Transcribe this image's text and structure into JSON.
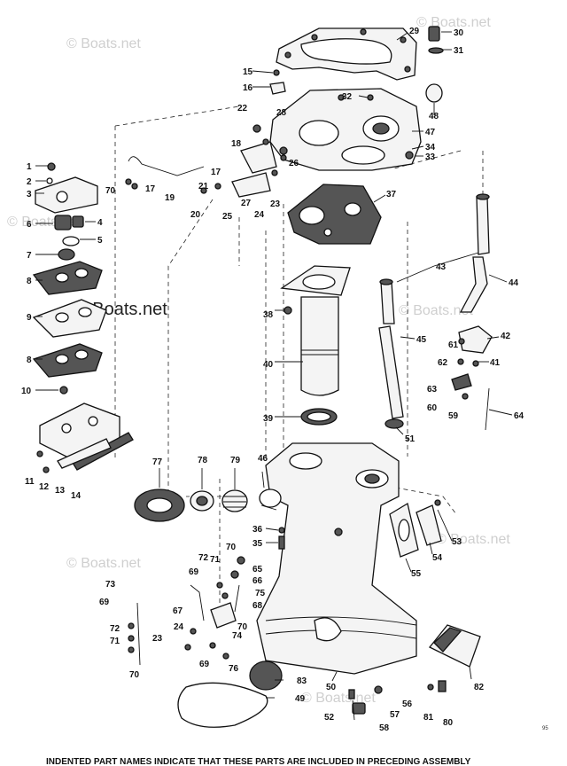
{
  "watermarks": [
    "© Boats.net",
    "© Boats.net",
    "© Boats.net",
    "© Boats.net",
    "© Boats.net",
    "© Boats.net",
    "© Boats.net"
  ],
  "center_watermark": "© Boats.net",
  "figure_code": "95",
  "footer_text": "INDENTED PART NAMES INDICATE THAT THESE PARTS ARE INCLUDED IN PRECEDING ASSEMBLY",
  "callouts": [
    "1",
    "2",
    "3",
    "4",
    "5",
    "6",
    "7",
    "8",
    "9",
    "8",
    "10",
    "11",
    "12",
    "13",
    "14",
    "15",
    "16",
    "17",
    "17",
    "18",
    "19",
    "20",
    "21",
    "22",
    "23",
    "24",
    "25",
    "26",
    "27",
    "28",
    "29",
    "30",
    "31",
    "32",
    "33",
    "34",
    "35",
    "36",
    "37",
    "38",
    "39",
    "40",
    "41",
    "42",
    "43",
    "44",
    "45",
    "46",
    "47",
    "48",
    "49",
    "50",
    "51",
    "52",
    "53",
    "54",
    "55",
    "56",
    "57",
    "58",
    "59",
    "60",
    "61",
    "62",
    "63",
    "64",
    "65",
    "66",
    "67",
    "68",
    "69",
    "69",
    "69",
    "70",
    "70",
    "70",
    "70",
    "71",
    "71",
    "72",
    "72",
    "73",
    "74",
    "75",
    "76",
    "77",
    "78",
    "79",
    "80",
    "81",
    "82",
    "83",
    "23",
    "24"
  ]
}
